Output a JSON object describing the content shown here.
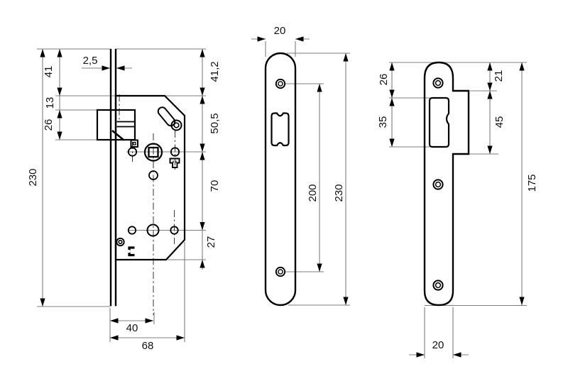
{
  "views": {
    "lock_body": {
      "dims": {
        "total_height": "230",
        "top_to_case": "41",
        "case_to_latch": "13",
        "latch_height": "26",
        "faceplate_thickness": "2,5",
        "top_section": "41,2",
        "follower_section": "50,5",
        "axis_spacing": "70",
        "bottom_section": "27",
        "backset": "40",
        "case_depth": "68"
      }
    },
    "faceplate": {
      "dims": {
        "width": "20",
        "screw_spacing": "200",
        "length": "230"
      }
    },
    "strike_plate": {
      "dims": {
        "top_to_window": "26",
        "window_height": "35",
        "box_top_offset": "21",
        "box_height": "45",
        "length": "175",
        "width": "20"
      }
    }
  }
}
